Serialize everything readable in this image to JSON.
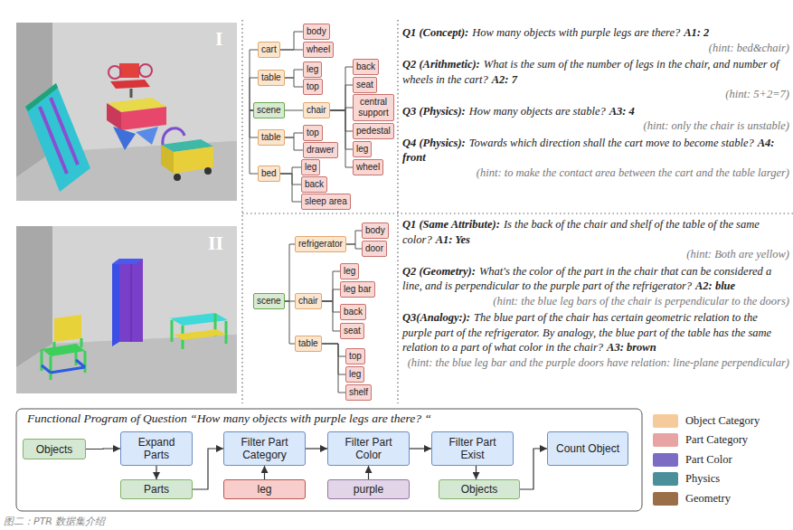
{
  "diagram": {
    "caption": "图二：PTR 数据集介绍",
    "nodes": [
      {
        "text": [
          "scene"
        ]
      },
      {
        "text": [
          "cart"
        ]
      },
      {
        "text": [
          "body"
        ]
      },
      {
        "text": [
          "wheel"
        ]
      },
      {
        "text": [
          "table"
        ]
      },
      {
        "text": [
          "leg"
        ]
      },
      {
        "text": [
          "top"
        ]
      },
      {
        "text": [
          "chair"
        ]
      },
      {
        "text": [
          "back"
        ]
      },
      {
        "text": [
          "seat"
        ]
      },
      {
        "text": [
          "central support"
        ]
      },
      {
        "text": [
          "pedestal"
        ]
      },
      {
        "text": [
          "leg"
        ]
      },
      {
        "text": [
          "wheel"
        ]
      },
      {
        "text": [
          "table"
        ]
      },
      {
        "text": [
          "top"
        ]
      },
      {
        "text": [
          "drawer"
        ]
      },
      {
        "text": [
          "bed"
        ]
      },
      {
        "text": [
          "leg"
        ]
      },
      {
        "text": [
          "back"
        ]
      },
      {
        "text": [
          "sleep area"
        ]
      },
      {
        "text": [
          "scene"
        ]
      },
      {
        "text": [
          "refrigerator"
        ]
      },
      {
        "text": [
          "body"
        ]
      },
      {
        "text": [
          "door"
        ]
      },
      {
        "text": [
          "chair"
        ]
      },
      {
        "text": [
          "leg"
        ]
      },
      {
        "text": [
          "leg bar"
        ]
      },
      {
        "text": [
          "back"
        ]
      },
      {
        "text": [
          "seat"
        ]
      },
      {
        "text": [
          "table"
        ]
      },
      {
        "text": [
          "top"
        ]
      },
      {
        "text": [
          "leg"
        ]
      },
      {
        "text": [
          "shelf"
        ]
      },
      {
        "text": [
          "Objects"
        ]
      },
      {
        "text": [
          "Expand Parts"
        ]
      },
      {
        "text": [
          "Parts"
        ]
      },
      {
        "text": [
          "Filter Part Category"
        ]
      },
      {
        "text": [
          "leg"
        ]
      },
      {
        "text": [
          "Filter Part Color"
        ]
      },
      {
        "text": [
          "purple"
        ]
      },
      {
        "text": [
          "Filter Part Exist"
        ]
      },
      {
        "text": [
          "Objects"
        ]
      },
      {
        "text": [
          "Count Object"
        ]
      }
    ],
    "edges": [
      {
        "from": 0,
        "to": 1,
        "arrow": "none"
      },
      {
        "from": 1,
        "to": 2,
        "arrow": "none"
      },
      {
        "from": 1,
        "to": 3,
        "arrow": "none"
      },
      {
        "from": 0,
        "to": 4,
        "arrow": "none"
      },
      {
        "from": 4,
        "to": 5,
        "arrow": "none"
      },
      {
        "from": 4,
        "to": 6,
        "arrow": "none"
      },
      {
        "from": 0,
        "to": 7,
        "arrow": "none"
      },
      {
        "from": 7,
        "to": 8,
        "arrow": "none"
      },
      {
        "from": 7,
        "to": 9,
        "arrow": "none"
      },
      {
        "from": 7,
        "to": 10,
        "arrow": "none"
      },
      {
        "from": 7,
        "to": 11,
        "arrow": "none"
      },
      {
        "from": 7,
        "to": 12,
        "arrow": "none"
      },
      {
        "from": 7,
        "to": 13,
        "arrow": "none"
      },
      {
        "from": 0,
        "to": 14,
        "arrow": "none"
      },
      {
        "from": 14,
        "to": 15,
        "arrow": "none"
      },
      {
        "from": 14,
        "to": 16,
        "arrow": "none"
      },
      {
        "from": 0,
        "to": 17,
        "arrow": "none"
      },
      {
        "from": 17,
        "to": 18,
        "arrow": "none"
      },
      {
        "from": 17,
        "to": 19,
        "arrow": "none"
      },
      {
        "from": 17,
        "to": 20,
        "arrow": "none"
      },
      {
        "from": 21,
        "to": 22,
        "arrow": "none"
      },
      {
        "from": 22,
        "to": 23,
        "arrow": "none"
      },
      {
        "from": 22,
        "to": 24,
        "arrow": "none"
      },
      {
        "from": 21,
        "to": 25,
        "arrow": "none"
      },
      {
        "from": 25,
        "to": 26,
        "arrow": "none"
      },
      {
        "from": 25,
        "to": 27,
        "arrow": "none"
      },
      {
        "from": 25,
        "to": 28,
        "arrow": "none"
      },
      {
        "from": 25,
        "to": 29,
        "arrow": "none"
      },
      {
        "from": 21,
        "to": 30,
        "arrow": "none"
      },
      {
        "from": 30,
        "to": 31,
        "arrow": "none"
      },
      {
        "from": 30,
        "to": 32,
        "arrow": "none"
      },
      {
        "from": 30,
        "to": 33,
        "arrow": "none"
      },
      {
        "from": 34,
        "to": 35,
        "arrow": "to"
      },
      {
        "from": 35,
        "to": 36,
        "arrow": "to"
      },
      {
        "from": 36,
        "to": 37,
        "arrow": "to"
      },
      {
        "from": 38,
        "to": 37,
        "arrow": "to"
      },
      {
        "from": 37,
        "to": 39,
        "arrow": "to"
      },
      {
        "from": 40,
        "to": 39,
        "arrow": "to"
      },
      {
        "from": 39,
        "to": 41,
        "arrow": "to"
      },
      {
        "from": 41,
        "to": 42,
        "arrow": "to"
      },
      {
        "from": 42,
        "to": 43,
        "arrow": "to"
      }
    ],
    "labels": [
      "I",
      "Q1 (Concept):",
      "How many objects with purple legs are there?",
      "A1: 2",
      "(hint: bed&chair)",
      "Q2 (Arithmetic):",
      "What is the sum of the number of legs in the chair, and number of wheels in the cart?",
      "A2: 7",
      "(hint: 5+2=7)",
      "Q3 (Physics):",
      "How many objects are stable?",
      "A3: 4",
      "(hint: only the chair is unstable)",
      "Q4 (Physics):",
      "Towards which direction shall the cart move to become stable?",
      "A4: front",
      "(hint: to make the contact area between the cart and the table larger)",
      "II",
      "Q1 (Same Attribute):",
      "Is the back of the chair and shelf of the table of the same color?",
      "A1: Yes",
      "(hint: Both are yellow)",
      "Q2 (Geometry):",
      "What's the color of the part in the chair that can be considered a line, and is perpendicular to the purple part of the refrigerator?",
      "A2: blue",
      "(hint: the blue leg bars of the chair is perpendicular to the doors)",
      "Q3(Analogy:):",
      "The blue part of the chair has certain geometric relation to the purple part of the refrigerator. By analogy, the blue part of the table has the same relation to a part of what color in the chair?",
      "A3: brown",
      "(hint: the blue leg bar and the purple doors have relation: line-plane perpendicular)",
      "Functional Program of Question “How many objects with purple legs are there? “"
    ],
    "legend": [
      {
        "text": "Object Category",
        "color": "#f6cb9c"
      },
      {
        "text": "Part Category",
        "color": "#e8a3a3"
      },
      {
        "text": "Part Color",
        "color": "#7c6cc4"
      },
      {
        "text": "Physics",
        "color": "#4a8f9a"
      },
      {
        "text": "Geometry",
        "color": "#9b6e4a"
      }
    ]
  }
}
